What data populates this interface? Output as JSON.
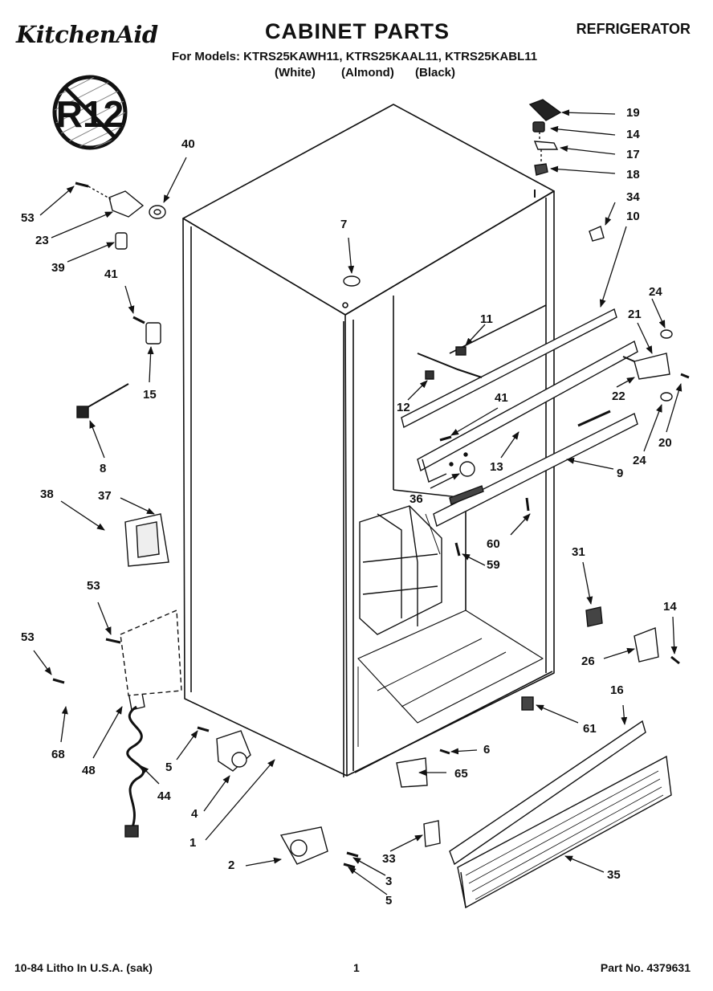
{
  "header": {
    "brand": "KitchenAid",
    "title": "CABINET PARTS",
    "product": "REFRIGERATOR",
    "models_line": "For Models: KTRS25KAWH11, KTRS25KAAL11, KTRS25KABL11",
    "variants": [
      "(White)",
      "(Almond)",
      "(Black)"
    ]
  },
  "badge": {
    "text": "R12"
  },
  "callouts": [
    "19",
    "14",
    "17",
    "18",
    "34",
    "10",
    "40",
    "53",
    "23",
    "39",
    "7",
    "41",
    "15",
    "11",
    "24",
    "21",
    "12",
    "41",
    "22",
    "20",
    "24",
    "8",
    "13",
    "9",
    "36",
    "38",
    "37",
    "60",
    "59",
    "31",
    "53",
    "14",
    "53",
    "26",
    "61",
    "68",
    "48",
    "16",
    "6",
    "5",
    "65",
    "4",
    "44",
    "1",
    "33",
    "2",
    "3",
    "5",
    "35"
  ],
  "footer": {
    "left": "10-84 Litho In U.S.A. (sak)",
    "page": "1",
    "part": "Part No. 4379631"
  },
  "colors": {
    "ink": "#111111",
    "paper": "#ffffff"
  }
}
